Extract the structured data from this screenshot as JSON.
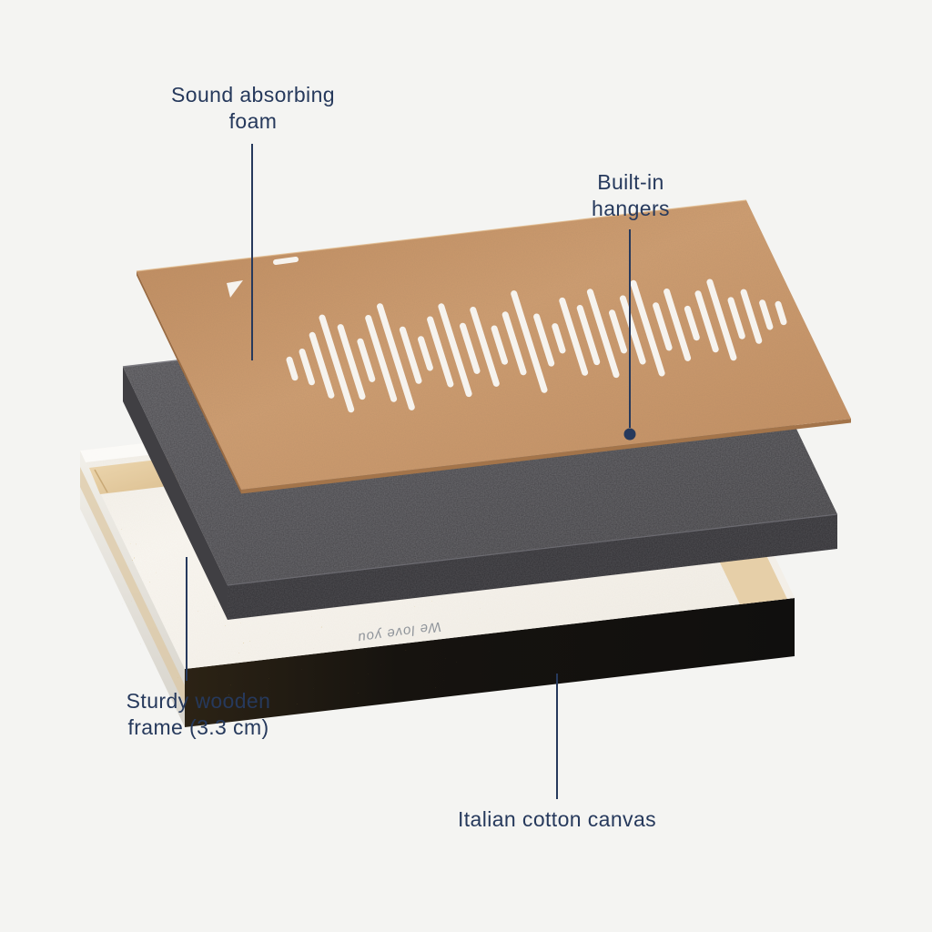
{
  "background": "#f4f4f2",
  "colors": {
    "navy": "#26395c",
    "board_tan": "#c89468",
    "cutout_white": "#f6f3ee",
    "foam_gray": "#4c4b4f",
    "canvas_white": "#f6f2ec",
    "frame_black": "#161412",
    "glitter_gold": "#c79d40",
    "wood": "#e3cba2"
  },
  "labels": {
    "foam": {
      "line1": "Sound absorbing",
      "line2": "foam"
    },
    "hangers": {
      "line1": "Built-in",
      "line2": "hangers"
    },
    "frame": {
      "line1": "Sturdy wooden",
      "line2": "frame (3.3 cm)"
    },
    "canvas": {
      "line1": "Italian cotton canvas"
    }
  },
  "canvas_print_text": "We love you",
  "waveform": {
    "bars": [
      0.08,
      0.22,
      0.55,
      0.9,
      0.65,
      0.3,
      0.78,
      1.0,
      0.45,
      0.2,
      0.6,
      0.85,
      0.38,
      0.7,
      0.25,
      0.52,
      0.95,
      0.4,
      0.15,
      0.68,
      0.48,
      0.8,
      0.3,
      0.58,
      0.88,
      0.35,
      0.62,
      0.2,
      0.5,
      0.72,
      0.28,
      0.42,
      0.15,
      0.08
    ]
  }
}
